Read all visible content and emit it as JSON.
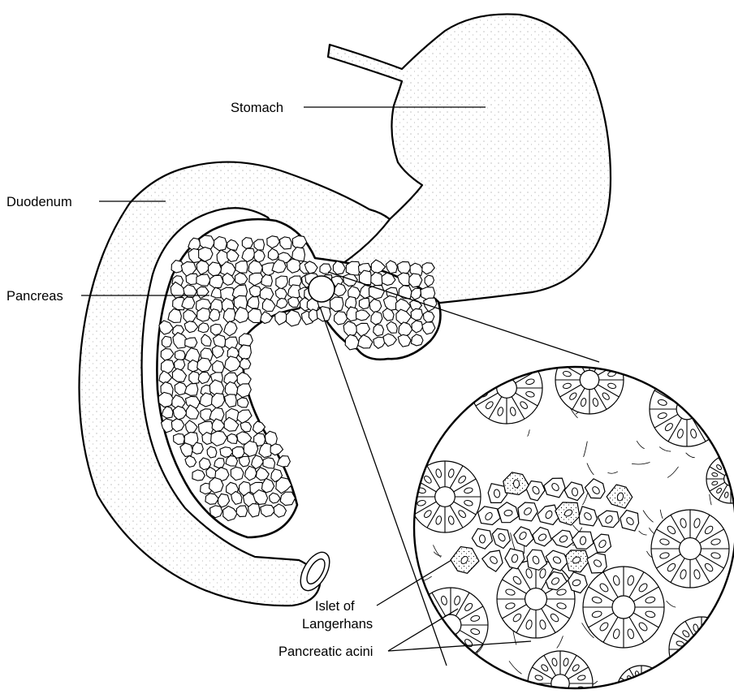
{
  "labels": {
    "stomach": "Stomach",
    "duodenum": "Duodenum",
    "pancreas": "Pancreas",
    "islet_line1": "Islet of",
    "islet_line2": "Langerhans",
    "acini": "Pancreatic acini"
  }
}
